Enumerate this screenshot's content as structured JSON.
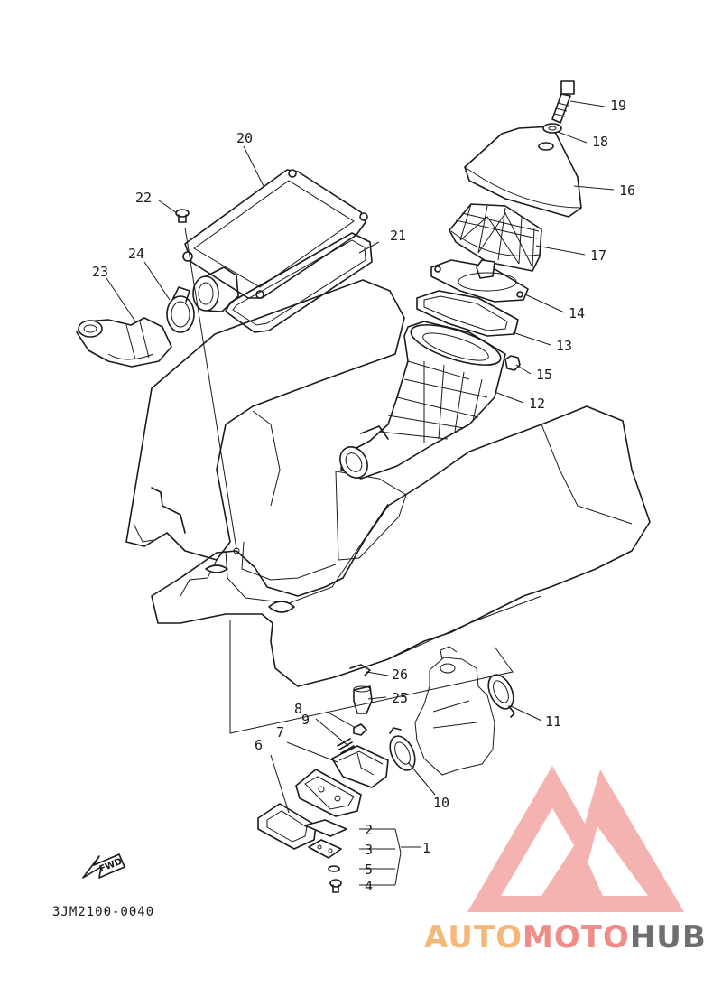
{
  "diagram": {
    "drawing_code": "3JM2100-0040",
    "fwd_label": "FWD",
    "callouts": [
      "1",
      "2",
      "3",
      "4",
      "5",
      "6",
      "7",
      "8",
      "9",
      "10",
      "11",
      "12",
      "13",
      "14",
      "15",
      "16",
      "17",
      "18",
      "19",
      "20",
      "21",
      "22",
      "23",
      "24",
      "25",
      "26"
    ]
  },
  "watermark": {
    "part1": "AUTO",
    "part2": "MOTO",
    "part3": "HUB",
    "colors": {
      "auto": "#f6b77a",
      "moto": "#ef8c88",
      "hub": "#6f6f6f",
      "logo": "#f19a96"
    }
  }
}
